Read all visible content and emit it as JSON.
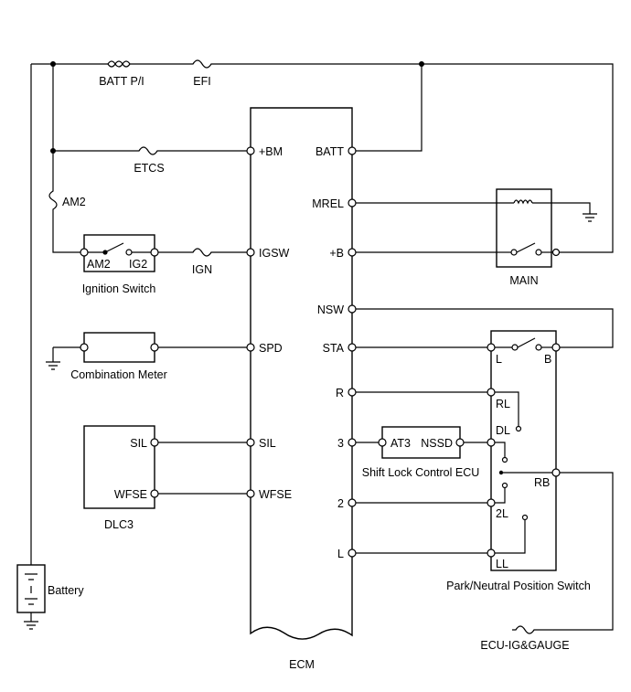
{
  "fuses": {
    "batt_pi": "BATT P/I",
    "efi": "EFI",
    "etcs": "ETCS",
    "am2": "AM2",
    "ign": "IGN",
    "ecu_ig_gauge": "ECU-IG&GAUGE"
  },
  "ignition_switch": {
    "name": "Ignition Switch",
    "pin_am2": "AM2",
    "pin_ig2": "IG2"
  },
  "combination_meter": {
    "name": "Combination Meter"
  },
  "dlc3": {
    "name": "DLC3",
    "pin_sil": "SIL",
    "pin_wfse": "WFSE"
  },
  "battery": {
    "name": "Battery"
  },
  "ecm": {
    "name": "ECM",
    "left_pins": [
      "+BM",
      "IGSW",
      "SPD",
      "SIL",
      "WFSE"
    ],
    "right_pins": [
      "BATT",
      "MREL",
      "+B",
      "NSW",
      "STA",
      "R",
      "3",
      "2",
      "L"
    ]
  },
  "main_relay": {
    "name": "MAIN"
  },
  "shift_lock": {
    "name": "Shift Lock Control ECU",
    "pin_at3": "AT3",
    "pin_nssd": "NSSD"
  },
  "pnp_switch": {
    "name": "Park/Neutral Position Switch",
    "terminals": [
      "L",
      "B",
      "RL",
      "DL",
      "RB",
      "2L",
      "LL"
    ]
  }
}
